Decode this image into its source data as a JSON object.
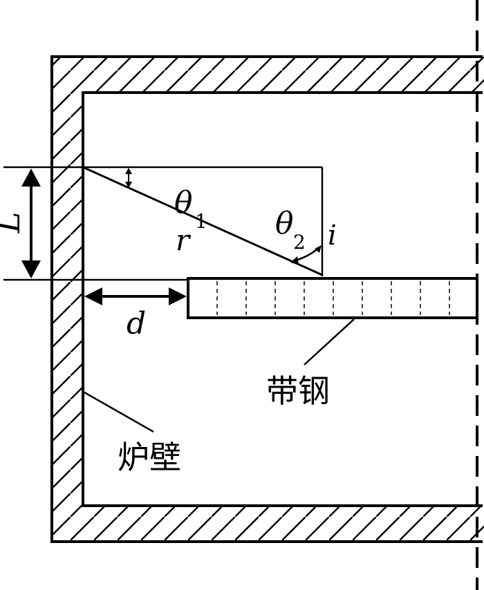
{
  "labels": {
    "L": "L",
    "d": "d",
    "r": "r",
    "i": "i",
    "theta": "θ",
    "theta1_sub": "1",
    "theta2_sub": "2",
    "strip": "带钢",
    "wall": "炉壁"
  }
}
